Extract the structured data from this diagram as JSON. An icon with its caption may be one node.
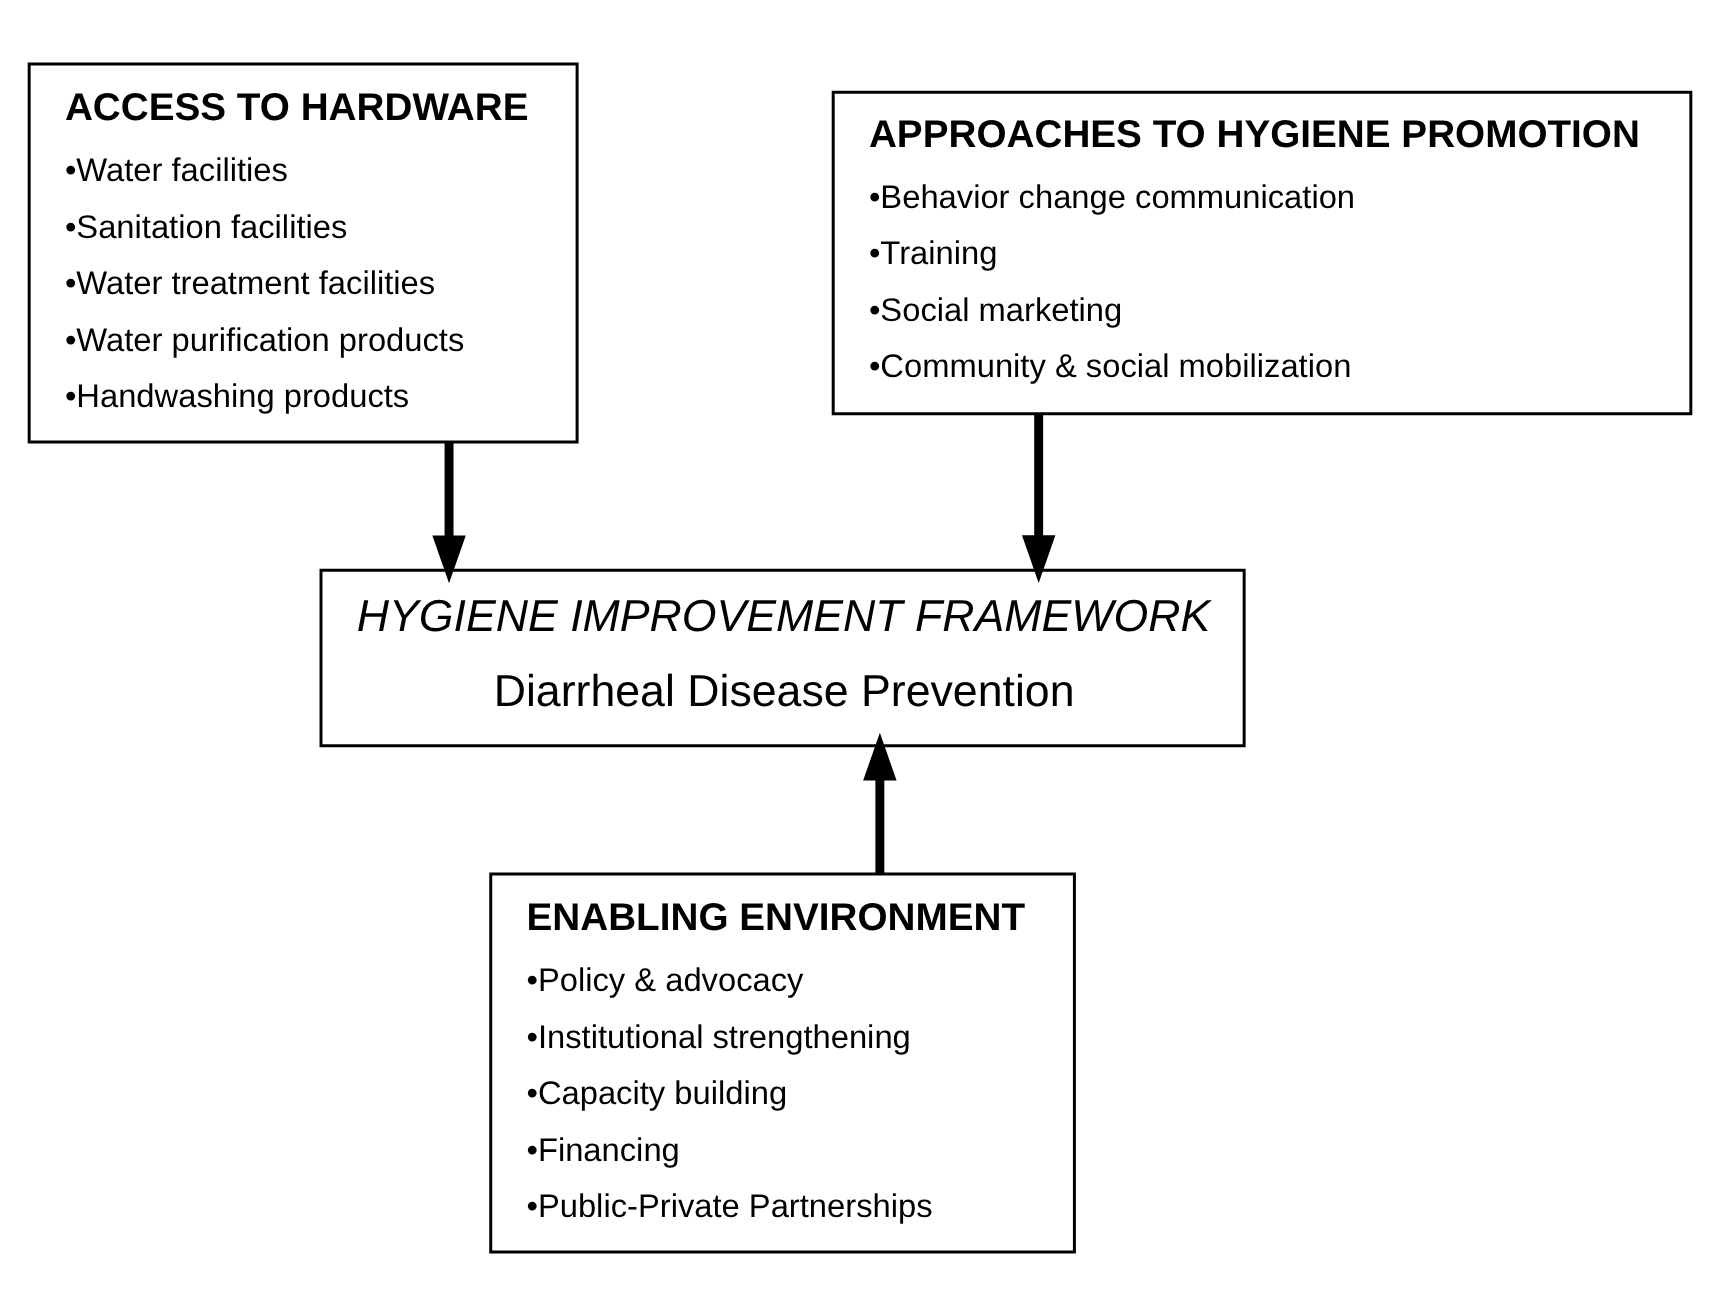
{
  "diagram": {
    "nodes": [
      {
        "text": [
          "ACCESS TO HARDWARE",
          "•Water facilities",
          "•Sanitation facilities",
          "•Water treatment facilities",
          "•Water purification products",
          "•Handwashing products"
        ]
      },
      {
        "text": [
          "APPROACHES TO HYGIENE PROMOTION",
          "•Behavior change communication",
          "•Training",
          "•Social marketing",
          "•Community & social mobilization"
        ]
      },
      {
        "text": [
          "HYGIENE IMPROVEMENT FRAMEWORK",
          "Diarrheal Disease Prevention"
        ]
      },
      {
        "text": [
          "ENABLING ENVIRONMENT",
          "•Policy & advocacy",
          "•Institutional strengthening",
          "•Capacity building",
          "•Financing",
          "•Public-Private Partnerships"
        ]
      }
    ],
    "edges": [
      {
        "from": 0,
        "to": 2,
        "arrow": "to"
      },
      {
        "from": 1,
        "to": 2,
        "arrow": "to"
      },
      {
        "from": 3,
        "to": 2,
        "arrow": "to"
      }
    ]
  }
}
